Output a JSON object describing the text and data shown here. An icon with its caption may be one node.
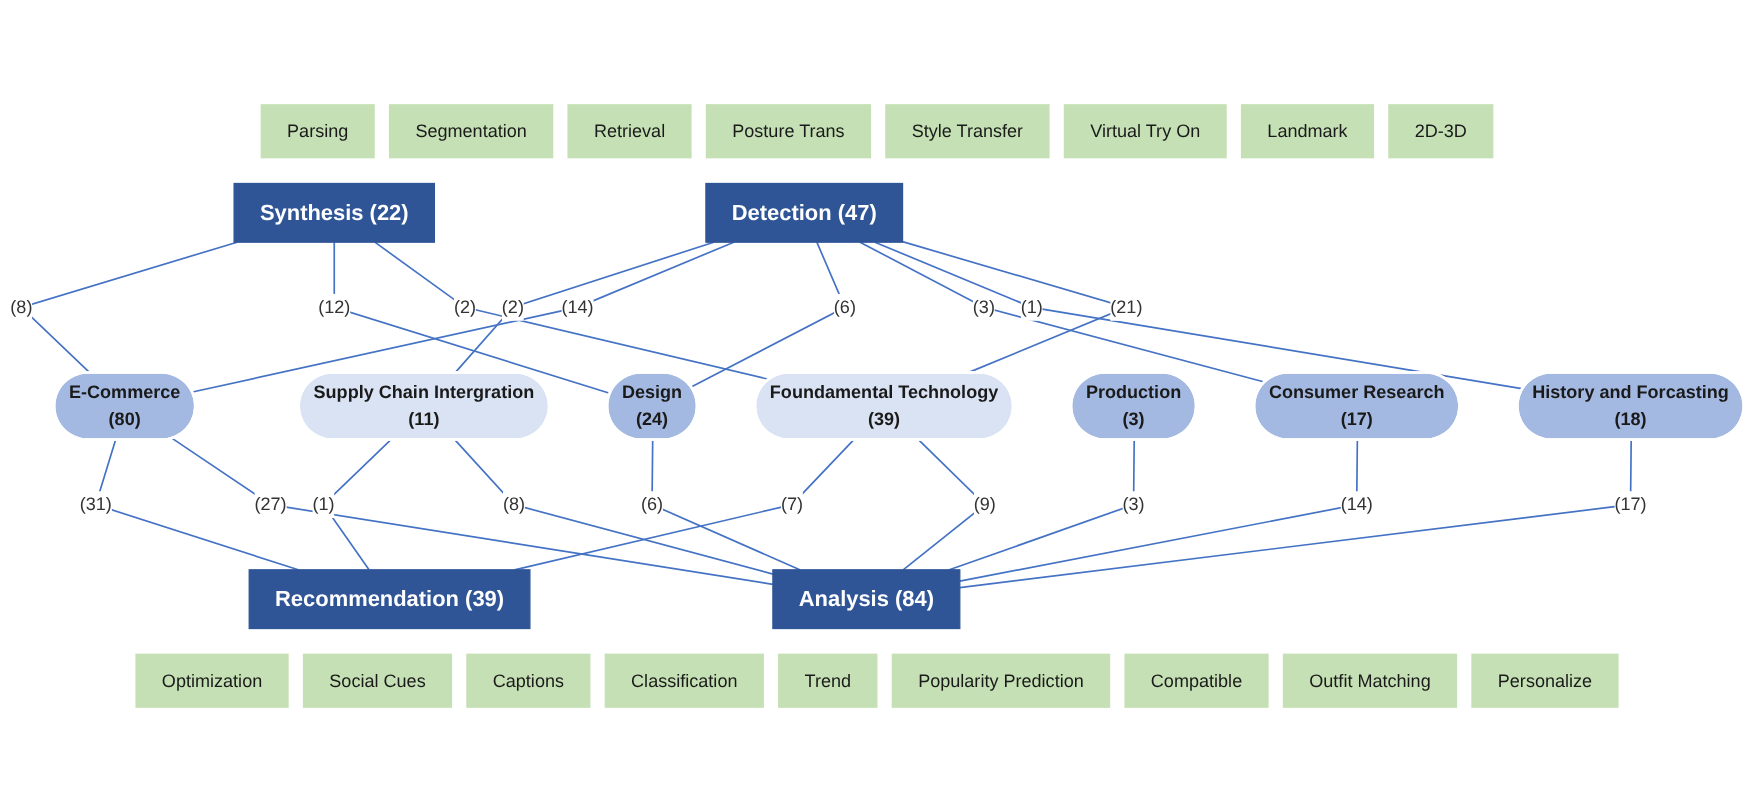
{
  "diagram": {
    "nodes": [
      {
        "text": [
          "Parsing"
        ]
      },
      {
        "text": [
          "Segmentation"
        ]
      },
      {
        "text": [
          "Retrieval"
        ]
      },
      {
        "text": [
          "Posture Trans"
        ]
      },
      {
        "text": [
          "Style Transfer"
        ]
      },
      {
        "text": [
          "Virtual Try On"
        ]
      },
      {
        "text": [
          "Landmark"
        ]
      },
      {
        "text": [
          "Detection (47)"
        ]
      },
      {
        "text": [
          "Synthesis (22)"
        ]
      },
      {
        "text": [
          "2D-3D"
        ]
      },
      {
        "text": [
          "Foundamental Technology",
          "(39)"
        ]
      },
      {
        "text": [
          "History and Forcasting",
          "(18)"
        ]
      },
      {
        "text": [
          "Consumer Research",
          "(17)"
        ]
      },
      {
        "text": [
          "Design",
          "(24)"
        ]
      },
      {
        "text": [
          "Production",
          "(3)"
        ]
      },
      {
        "text": [
          "E-Commerce",
          "(80)"
        ]
      },
      {
        "text": [
          "Supply Chain Intergration",
          "(11)"
        ]
      },
      {
        "text": [
          "Optimization"
        ]
      },
      {
        "text": [
          "Social Cues"
        ]
      },
      {
        "text": [
          "Analysis (84)"
        ]
      },
      {
        "text": [
          "Recommendation (39)"
        ]
      },
      {
        "text": [
          "Captions"
        ]
      },
      {
        "text": [
          "Classification"
        ]
      },
      {
        "text": [
          "Trend"
        ]
      },
      {
        "text": [
          "Popularity Prediction"
        ]
      },
      {
        "text": [
          "Compatible"
        ]
      },
      {
        "text": [
          "Outfit Matching"
        ]
      },
      {
        "text": [
          "Personalize"
        ]
      }
    ],
    "edges": [
      {
        "from": 7,
        "to": 10,
        "arrow": "none",
        "label": "(21)"
      },
      {
        "from": 7,
        "to": 11,
        "arrow": "none",
        "label": "(1)"
      },
      {
        "from": 7,
        "to": 12,
        "arrow": "none",
        "label": "(3)"
      },
      {
        "from": 7,
        "to": 13,
        "arrow": "none",
        "label": "(6)"
      },
      {
        "from": 7,
        "to": 15,
        "arrow": "none",
        "label": "(14)"
      },
      {
        "from": 7,
        "to": 16,
        "arrow": "none",
        "label": "(2)"
      },
      {
        "from": 8,
        "to": 10,
        "arrow": "none",
        "label": "(2)"
      },
      {
        "from": 8,
        "to": 13,
        "arrow": "none",
        "label": "(12)"
      },
      {
        "from": 8,
        "to": 15,
        "arrow": "none",
        "label": "(8)"
      },
      {
        "from": 10,
        "to": 19,
        "arrow": "none",
        "label": "(9)"
      },
      {
        "from": 11,
        "to": 19,
        "arrow": "none",
        "label": "(17)"
      },
      {
        "from": 12,
        "to": 19,
        "arrow": "none",
        "label": "(14)"
      },
      {
        "from": 13,
        "to": 19,
        "arrow": "none",
        "label": "(6)"
      },
      {
        "from": 14,
        "to": 19,
        "arrow": "none",
        "label": "(3)"
      },
      {
        "from": 15,
        "to": 19,
        "arrow": "none",
        "label": "(27)"
      },
      {
        "from": 16,
        "to": 19,
        "arrow": "none",
        "label": "(8)"
      },
      {
        "from": 10,
        "to": 20,
        "arrow": "none",
        "label": "(7)"
      },
      {
        "from": 15,
        "to": 20,
        "arrow": "none",
        "label": "(31)"
      },
      {
        "from": 16,
        "to": 20,
        "arrow": "none",
        "label": "(1)"
      }
    ]
  }
}
